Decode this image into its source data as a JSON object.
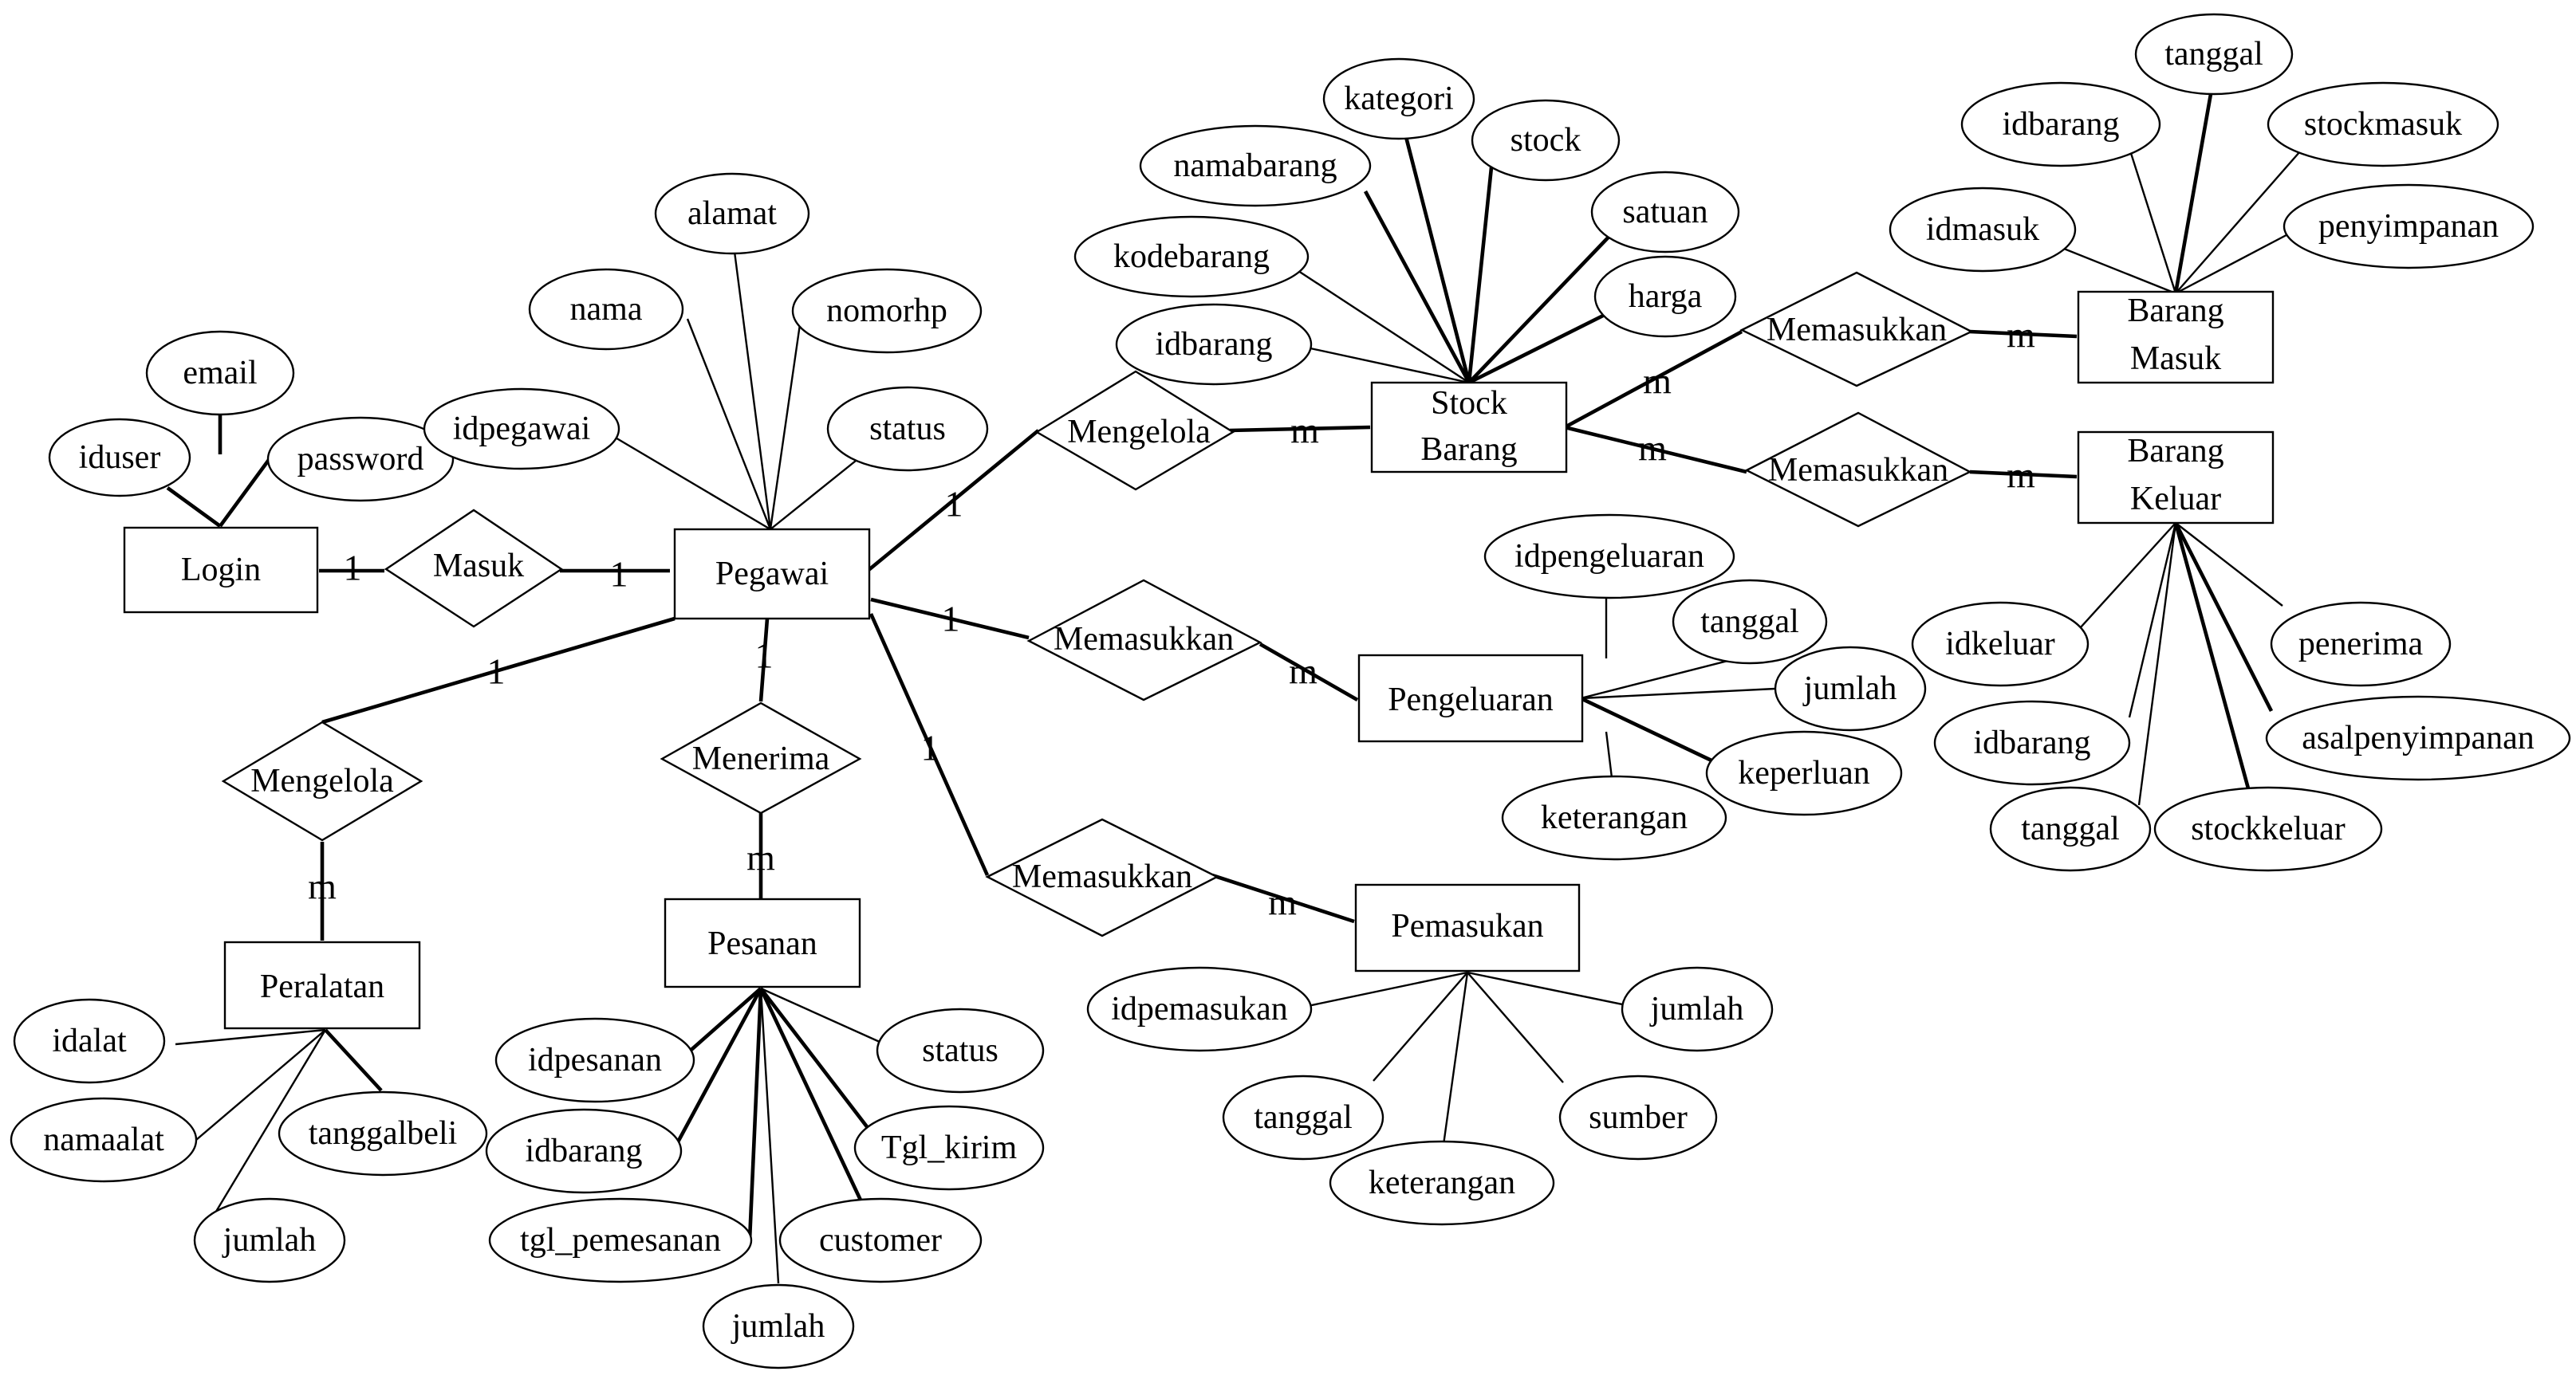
{
  "entities": {
    "login": "Login",
    "pegawai": "Pegawai",
    "stock_barang": [
      "Stock",
      "Barang"
    ],
    "barang_masuk": [
      "Barang",
      "Masuk"
    ],
    "barang_keluar": [
      "Barang",
      "Keluar"
    ],
    "pengeluaran": "Pengeluaran",
    "pemasukan": "Pemasukan",
    "pesanan": "Pesanan",
    "peralatan": "Peralatan"
  },
  "relationships": {
    "masuk": "Masuk",
    "mengelola_stock": "Mengelola",
    "mengelola_peralatan": "Mengelola",
    "menerima": "Menerima",
    "memasukkan_pengeluaran": "Memasukkan",
    "memasukkan_pemasukan": "Memasukkan",
    "memasukkan_barang_masuk": "Memasukkan",
    "memasukkan_barang_keluar": "Memasukkan"
  },
  "attributes": {
    "login": [
      "email",
      "iduser",
      "password"
    ],
    "pegawai": [
      "alamat",
      "nama",
      "nomorhp",
      "idpegawai",
      "status"
    ],
    "stock_barang": [
      "kategori",
      "stock",
      "namabarang",
      "satuan",
      "kodebarang",
      "harga",
      "idbarang"
    ],
    "barang_masuk": [
      "tanggal",
      "idbarang",
      "stockmasuk",
      "idmasuk",
      "penyimpanan"
    ],
    "barang_keluar": [
      "idkeluar",
      "penerima",
      "idbarang",
      "asalpenyimpanan",
      "tanggal",
      "stockkeluar"
    ],
    "pengeluaran": [
      "idpengeluaran",
      "tanggal",
      "jumlah",
      "keperluan",
      "keterangan"
    ],
    "pemasukan": [
      "idpemasukan",
      "jumlah",
      "tanggal",
      "sumber",
      "keterangan"
    ],
    "pesanan": [
      "idpesanan",
      "status",
      "idbarang",
      "Tgl_kirim",
      "tgl_pemesanan",
      "customer",
      "jumlah"
    ],
    "peralatan": [
      "idalat",
      "namaalat",
      "tanggalbeli",
      "jumlah"
    ]
  },
  "cardinality": {
    "one": "1",
    "many": "m"
  }
}
